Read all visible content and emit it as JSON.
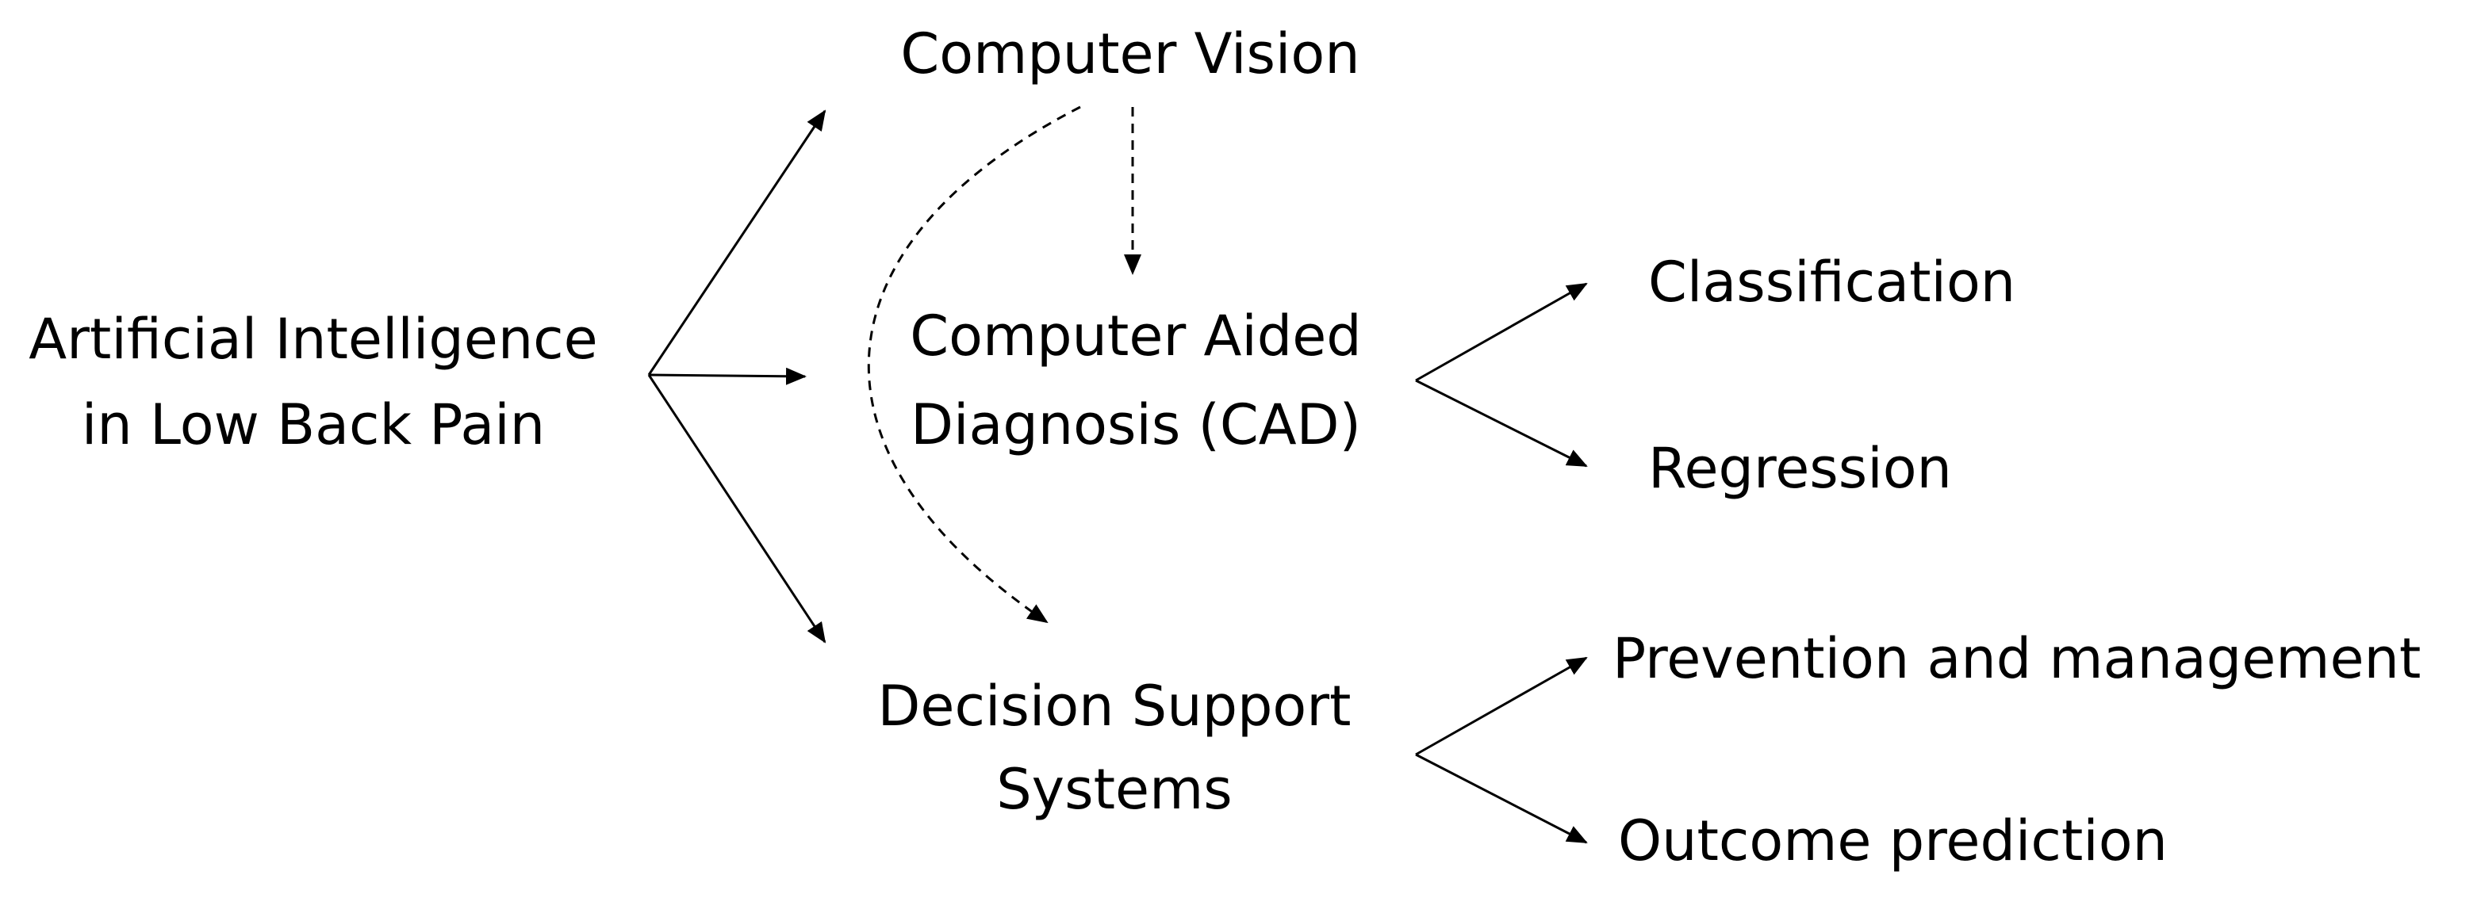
{
  "diagram": {
    "root": {
      "line1": "Artificial Intelligence",
      "line2": "in Low Back Pain"
    },
    "computer_vision": {
      "label": "Computer Vision"
    },
    "cad": {
      "line1": "Computer Aided",
      "line2": "Diagnosis (CAD)"
    },
    "dss": {
      "line1": "Decision Support",
      "line2": "Systems"
    },
    "classification": {
      "label": "Classification"
    },
    "regression": {
      "label": "Regression"
    },
    "prevention": {
      "label": "Prevention and management"
    },
    "outcome": {
      "label": "Outcome prediction"
    },
    "colors": {
      "lines": "#000000",
      "text": "#000000",
      "background": "#ffffff"
    }
  }
}
